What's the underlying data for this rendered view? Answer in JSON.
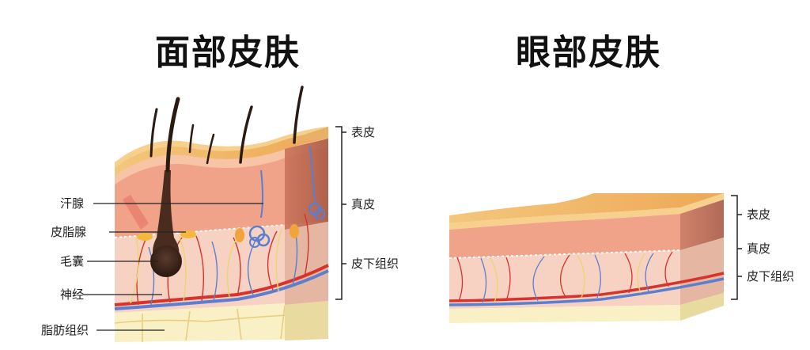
{
  "face": {
    "title": "面部皮肤",
    "left_labels": [
      "汗腺",
      "皮脂腺",
      "毛囊",
      "神经",
      "脂肪组织"
    ],
    "right_labels": [
      "表皮",
      "真皮",
      "皮下组织"
    ]
  },
  "eye": {
    "title": "眼部皮肤",
    "right_labels": [
      "表皮",
      "真皮",
      "皮下组织"
    ]
  },
  "colors": {
    "epidermis_top": "#f0b766",
    "epidermis_side": "#ecc38a",
    "dermis": "#f1a38a",
    "subcutis": "#f7d2c3",
    "fat": "#faf0c6",
    "side_dark": "#b8664c",
    "artery": "#d7322c",
    "vein": "#5b7fd0",
    "nerve": "#e8d76a",
    "follicle": "#3b2418"
  }
}
